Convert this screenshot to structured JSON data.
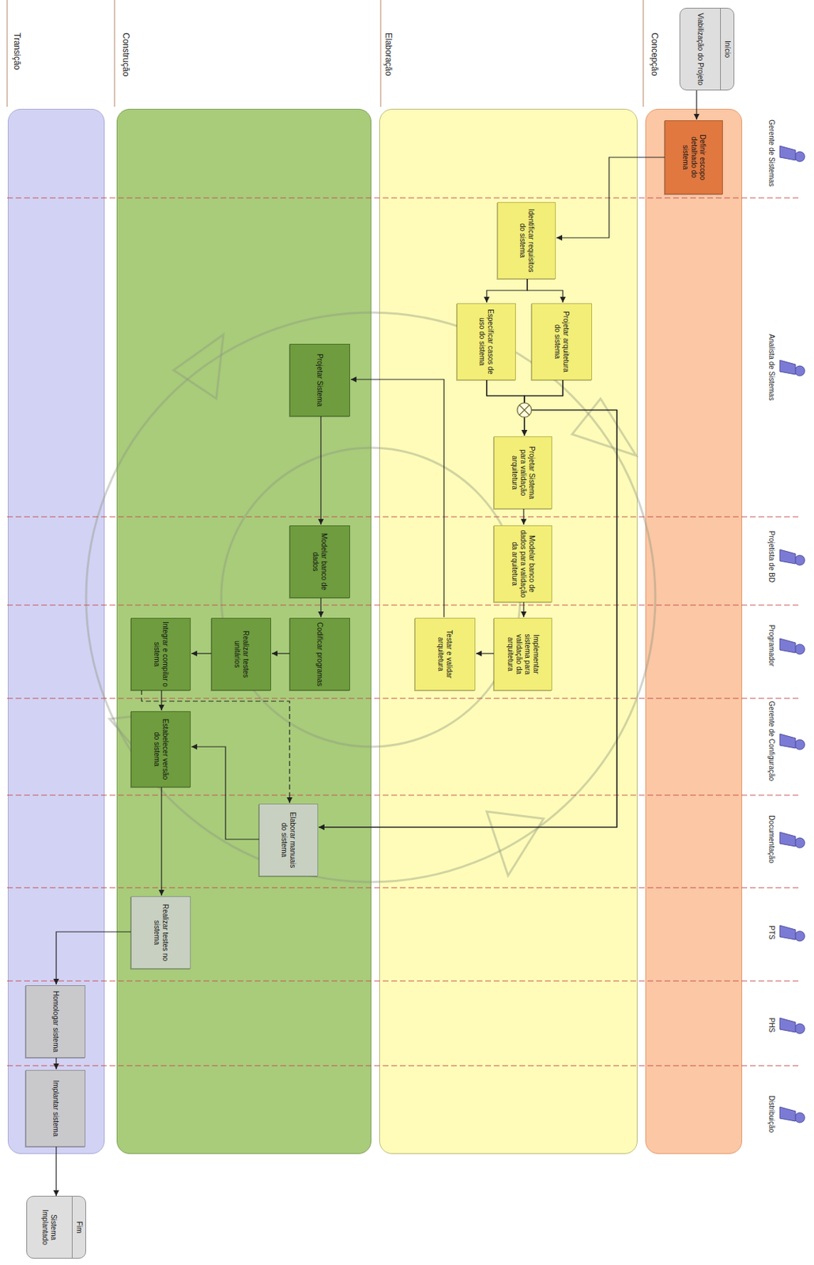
{
  "diagram": {
    "nodes": [
      {
        "text": [
          "Início",
          "Viabilização do Projeto"
        ]
      },
      {
        "text": [
          "Concepção"
        ]
      },
      {
        "text": [
          "Definir escopo detalhado do sistema"
        ],
        "in": 1
      },
      {
        "text": [
          "Elaboração"
        ]
      },
      {
        "text": [
          "Identificar requisitos do sistema"
        ],
        "in": 3
      },
      {
        "text": [
          "Projetar arquitetura do sistema"
        ],
        "in": 3
      },
      {
        "text": [
          "Especificar casos de uso do sistema"
        ],
        "in": 3
      },
      {
        "text": [
          "Projetar Sistema para validação arquitetura"
        ],
        "in": 3
      },
      {
        "text": [
          "Modelar banco de dados para validação da arquitetura"
        ],
        "in": 3
      },
      {
        "text": [
          "Implementar sistema para validação da arquitetura"
        ],
        "in": 3
      },
      {
        "text": [
          "Testar e validar arquitetura"
        ],
        "in": 3
      },
      {
        "text": [
          "Construção"
        ]
      },
      {
        "text": [
          "Projetar Sistema"
        ],
        "in": 11
      },
      {
        "text": [
          "Modelar banco de dados"
        ],
        "in": 11
      },
      {
        "text": [
          "Codificar programas"
        ],
        "in": 11
      },
      {
        "text": [
          "Realizar testes unitários"
        ],
        "in": 11
      },
      {
        "text": [
          "Integrar e compilar o sistema"
        ],
        "in": 11
      },
      {
        "text": [
          "Estabelecer versão do sistema"
        ],
        "in": 11
      },
      {
        "text": [
          "Elaborar manuais do sistema"
        ],
        "in": 11
      },
      {
        "text": [
          "Realizar testes no sistema"
        ],
        "in": 11
      },
      {
        "text": [
          "Transição"
        ]
      },
      {
        "text": [
          "Homologar sistema"
        ],
        "in": 20
      },
      {
        "text": [
          "Implantar sistema"
        ],
        "in": 20
      },
      {
        "text": [
          "Fim",
          "Sistema Implantado"
        ]
      }
    ],
    "edges": [
      {
        "from": 0,
        "to": 2,
        "arrow": "to"
      },
      {
        "from": 2,
        "to": 4,
        "arrow": "to"
      },
      {
        "from": 4,
        "to": 5,
        "arrow": "to"
      },
      {
        "from": 4,
        "to": 6,
        "arrow": "to"
      },
      {
        "from": 5,
        "to": 7,
        "arrow": "to"
      },
      {
        "from": 6,
        "to": 7,
        "arrow": "to"
      },
      {
        "from": 5,
        "to": 18,
        "arrow": "to"
      },
      {
        "from": 6,
        "to": 18,
        "arrow": "to"
      },
      {
        "from": 7,
        "to": 8,
        "arrow": "to"
      },
      {
        "from": 8,
        "to": 9,
        "arrow": "to"
      },
      {
        "from": 9,
        "to": 10,
        "arrow": "to"
      },
      {
        "from": 10,
        "to": 12,
        "arrow": "to"
      },
      {
        "from": 12,
        "to": 13,
        "arrow": "to"
      },
      {
        "from": 13,
        "to": 14,
        "arrow": "to"
      },
      {
        "from": 14,
        "to": 15,
        "arrow": "to"
      },
      {
        "from": 15,
        "to": 16,
        "arrow": "to"
      },
      {
        "from": 16,
        "to": 17,
        "arrow": "to"
      },
      {
        "from": 16,
        "to": 18,
        "arrow": "to"
      },
      {
        "from": 18,
        "to": 17,
        "arrow": "to"
      },
      {
        "from": 17,
        "to": 19,
        "arrow": "to"
      },
      {
        "from": 19,
        "to": 21,
        "arrow": "to"
      },
      {
        "from": 21,
        "to": 22,
        "arrow": "to"
      },
      {
        "from": 22,
        "to": 23,
        "arrow": "to"
      }
    ],
    "labels": [
      "Gerente de Sistemas",
      "Analista de Sistemas",
      "Projetista de BD",
      "Programador",
      "Gerente de Configuração",
      "Documentação",
      "PTS",
      "PHS",
      "Distribuição"
    ]
  }
}
